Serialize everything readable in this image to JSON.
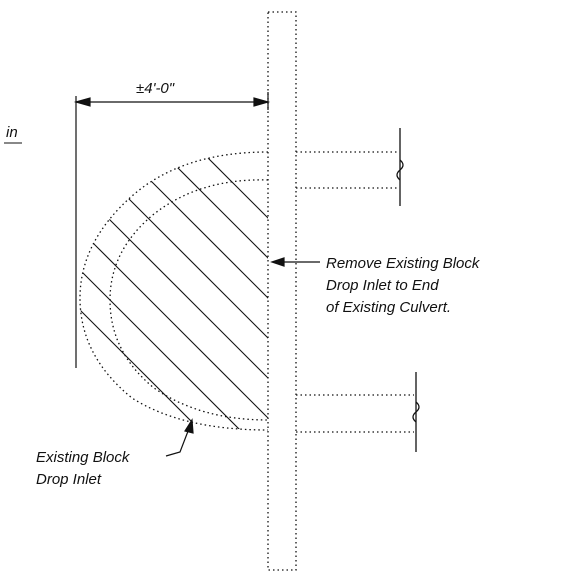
{
  "labels": {
    "dimension": "±4'-0\"",
    "partial": "in",
    "remove_line1": "Remove Existing Block",
    "remove_line2": "Drop Inlet to End",
    "remove_line3": "of Existing Culvert.",
    "existing_line1": "Existing Block",
    "existing_line2": "Drop Inlet"
  },
  "colors": {
    "ink": "#111111",
    "background": "#ffffff"
  }
}
